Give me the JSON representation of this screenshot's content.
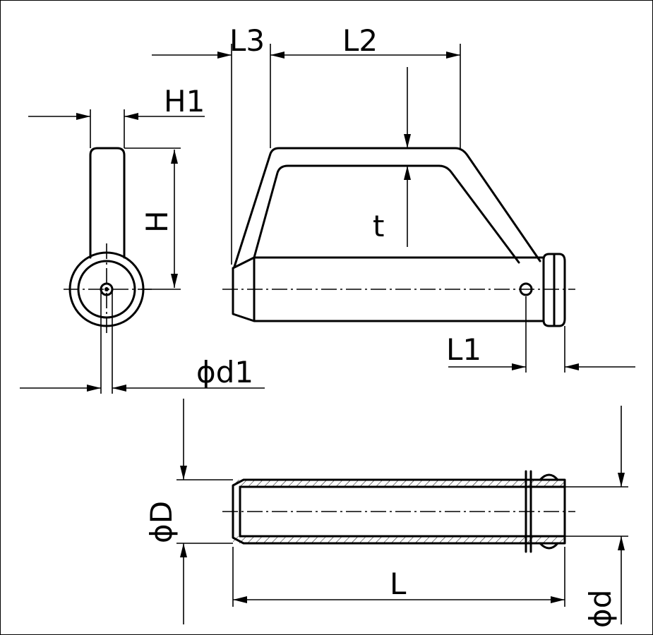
{
  "drawing": {
    "labels": {
      "L3": "L3",
      "L2": "L2",
      "H1": "H1",
      "H": "H",
      "t": "t",
      "L1": "L1",
      "d1": "ϕd1",
      "D": "ϕD",
      "L": "L",
      "d": "ϕd"
    },
    "line_color": "#000000",
    "background": "#ffffff"
  }
}
